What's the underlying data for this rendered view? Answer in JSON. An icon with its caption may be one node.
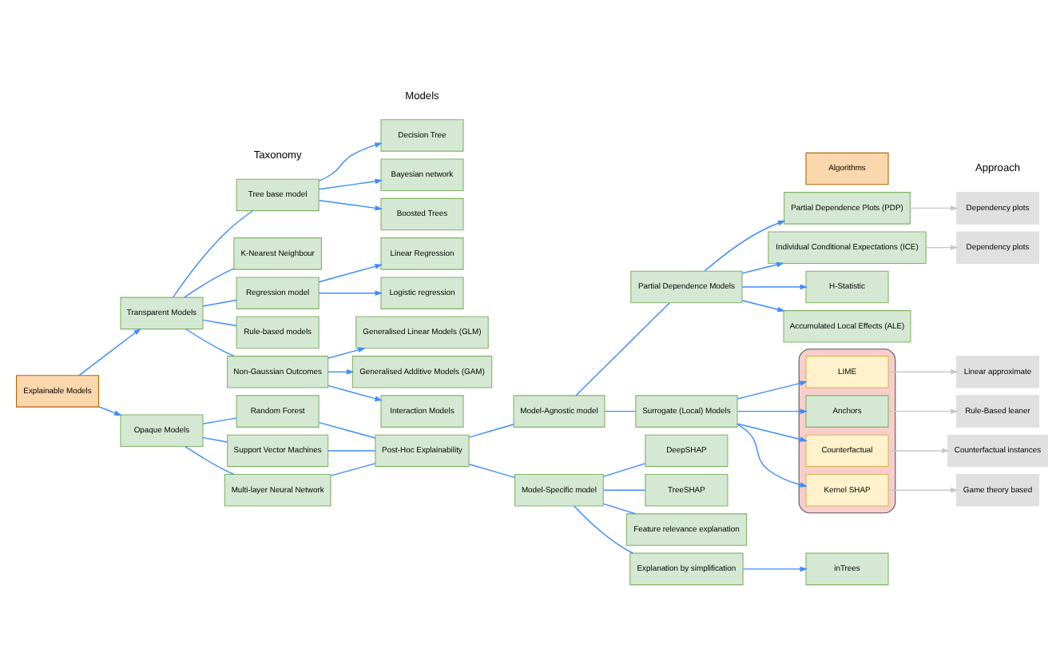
{
  "diagram": {
    "nodes": [
      {
        "text": [
          "Explainable Models"
        ]
      },
      {
        "text": [
          "Transparent Models"
        ]
      },
      {
        "text": [
          "Opaque Models"
        ]
      },
      {
        "text": [
          "Tree base model"
        ]
      },
      {
        "text": [
          "K-Nearest Neighbour"
        ]
      },
      {
        "text": [
          "Regression model"
        ]
      },
      {
        "text": [
          "Rule-based models"
        ]
      },
      {
        "text": [
          "Non-Gaussian Outcomes"
        ]
      },
      {
        "text": [
          "Decision Tree"
        ]
      },
      {
        "text": [
          "Bayesian network"
        ]
      },
      {
        "text": [
          "Boosted Trees"
        ]
      },
      {
        "text": [
          "Linear Regression"
        ]
      },
      {
        "text": [
          "Logistic regression"
        ]
      },
      {
        "text": [
          "Generalised Linear Models (GLM)"
        ]
      },
      {
        "text": [
          "Generalised Additive Models (GAM)"
        ]
      },
      {
        "text": [
          "Interaction Models"
        ]
      },
      {
        "text": [
          "Random Forest"
        ]
      },
      {
        "text": [
          "Support Vector Machines"
        ]
      },
      {
        "text": [
          "Multi-layer Neural Network"
        ]
      },
      {
        "text": [
          "Post-Hoc Explainability"
        ]
      },
      {
        "text": [
          "Model-Agnostic model"
        ]
      },
      {
        "text": [
          "Model-Specific model"
        ]
      },
      {
        "text": [
          "Partial Dependence Models"
        ]
      },
      {
        "text": [
          "Surrogate (Local) Models"
        ]
      },
      {
        "text": [
          "Partial Dependence Plots (PDP)"
        ]
      },
      {
        "text": [
          "Individual Conditional Expectations (ICE)"
        ]
      },
      {
        "text": [
          "H-Statistic"
        ]
      },
      {
        "text": [
          "Accumulated Local Effects (ALE)"
        ]
      },
      {
        "text": [],
        "shape": "box"
      },
      {
        "text": [
          "LIME"
        ],
        "in": 28
      },
      {
        "text": [
          "Anchors"
        ],
        "in": 28
      },
      {
        "text": [
          "Counterfactual"
        ],
        "in": 28
      },
      {
        "text": [
          "Kernel SHAP"
        ],
        "in": 28
      },
      {
        "text": [
          "Dependency plots"
        ]
      },
      {
        "text": [
          "Dependency plots"
        ]
      },
      {
        "text": [
          "Linear approximate"
        ]
      },
      {
        "text": [
          "Rule-Based leaner"
        ]
      },
      {
        "text": [
          "Counterfactual instances"
        ]
      },
      {
        "text": [
          "Game theory based"
        ]
      },
      {
        "text": [
          "DeepSHAP"
        ]
      },
      {
        "text": [
          "TreeSHAP"
        ]
      },
      {
        "text": [
          "Feature relevance explanation"
        ]
      },
      {
        "text": [
          "Explanation by simplification"
        ]
      },
      {
        "text": [
          "inTrees"
        ]
      },
      {
        "text": [
          "Algorithms"
        ]
      }
    ],
    "edges": [
      {
        "from": 0,
        "to": 1,
        "arrow": "to"
      },
      {
        "from": 0,
        "to": 2,
        "arrow": "to"
      },
      {
        "from": 1,
        "to": 3,
        "arrow": "none"
      },
      {
        "from": 1,
        "to": 4,
        "arrow": "none"
      },
      {
        "from": 1,
        "to": 5,
        "arrow": "none"
      },
      {
        "from": 1,
        "to": 6,
        "arrow": "none"
      },
      {
        "from": 1,
        "to": 7,
        "arrow": "none"
      },
      {
        "from": 3,
        "to": 8,
        "arrow": "to"
      },
      {
        "from": 3,
        "to": 9,
        "arrow": "to"
      },
      {
        "from": 3,
        "to": 10,
        "arrow": "to"
      },
      {
        "from": 5,
        "to": 11,
        "arrow": "to"
      },
      {
        "from": 5,
        "to": 12,
        "arrow": "to"
      },
      {
        "from": 7,
        "to": 13,
        "arrow": "to"
      },
      {
        "from": 7,
        "to": 14,
        "arrow": "to"
      },
      {
        "from": 7,
        "to": 15,
        "arrow": "to"
      },
      {
        "from": 2,
        "to": 16,
        "arrow": "none"
      },
      {
        "from": 2,
        "to": 17,
        "arrow": "none"
      },
      {
        "from": 2,
        "to": 18,
        "arrow": "none"
      },
      {
        "from": 16,
        "to": 19,
        "arrow": "none"
      },
      {
        "from": 17,
        "to": 19,
        "arrow": "none"
      },
      {
        "from": 18,
        "to": 19,
        "arrow": "none"
      },
      {
        "from": 19,
        "to": 20,
        "arrow": "none"
      },
      {
        "from": 19,
        "to": 21,
        "arrow": "none"
      },
      {
        "from": 20,
        "to": 22,
        "arrow": "none"
      },
      {
        "from": 20,
        "to": 23,
        "arrow": "none"
      },
      {
        "from": 22,
        "to": 24,
        "arrow": "to"
      },
      {
        "from": 22,
        "to": 25,
        "arrow": "to"
      },
      {
        "from": 22,
        "to": 26,
        "arrow": "to"
      },
      {
        "from": 22,
        "to": 27,
        "arrow": "to"
      },
      {
        "from": 23,
        "to": 29,
        "arrow": "to"
      },
      {
        "from": 23,
        "to": 30,
        "arrow": "to"
      },
      {
        "from": 23,
        "to": 31,
        "arrow": "to"
      },
      {
        "from": 23,
        "to": 32,
        "arrow": "to"
      },
      {
        "from": 24,
        "to": 33,
        "arrow": "to",
        "color": "#c8c8c8"
      },
      {
        "from": 25,
        "to": 34,
        "arrow": "to",
        "color": "#c8c8c8"
      },
      {
        "from": 29,
        "to": 35,
        "arrow": "to",
        "color": "#c8c8c8"
      },
      {
        "from": 30,
        "to": 36,
        "arrow": "to",
        "color": "#c8c8c8"
      },
      {
        "from": 31,
        "to": 37,
        "arrow": "to",
        "color": "#c8c8c8"
      },
      {
        "from": 32,
        "to": 38,
        "arrow": "to",
        "color": "#c8c8c8"
      },
      {
        "from": 21,
        "to": 39,
        "arrow": "none"
      },
      {
        "from": 21,
        "to": 40,
        "arrow": "none"
      },
      {
        "from": 21,
        "to": 41,
        "arrow": "none"
      },
      {
        "from": 21,
        "to": 42,
        "arrow": "none"
      },
      {
        "from": 42,
        "to": 43,
        "arrow": "to"
      }
    ],
    "labels": [
      "Taxonomy",
      "Models",
      "Approach"
    ]
  }
}
